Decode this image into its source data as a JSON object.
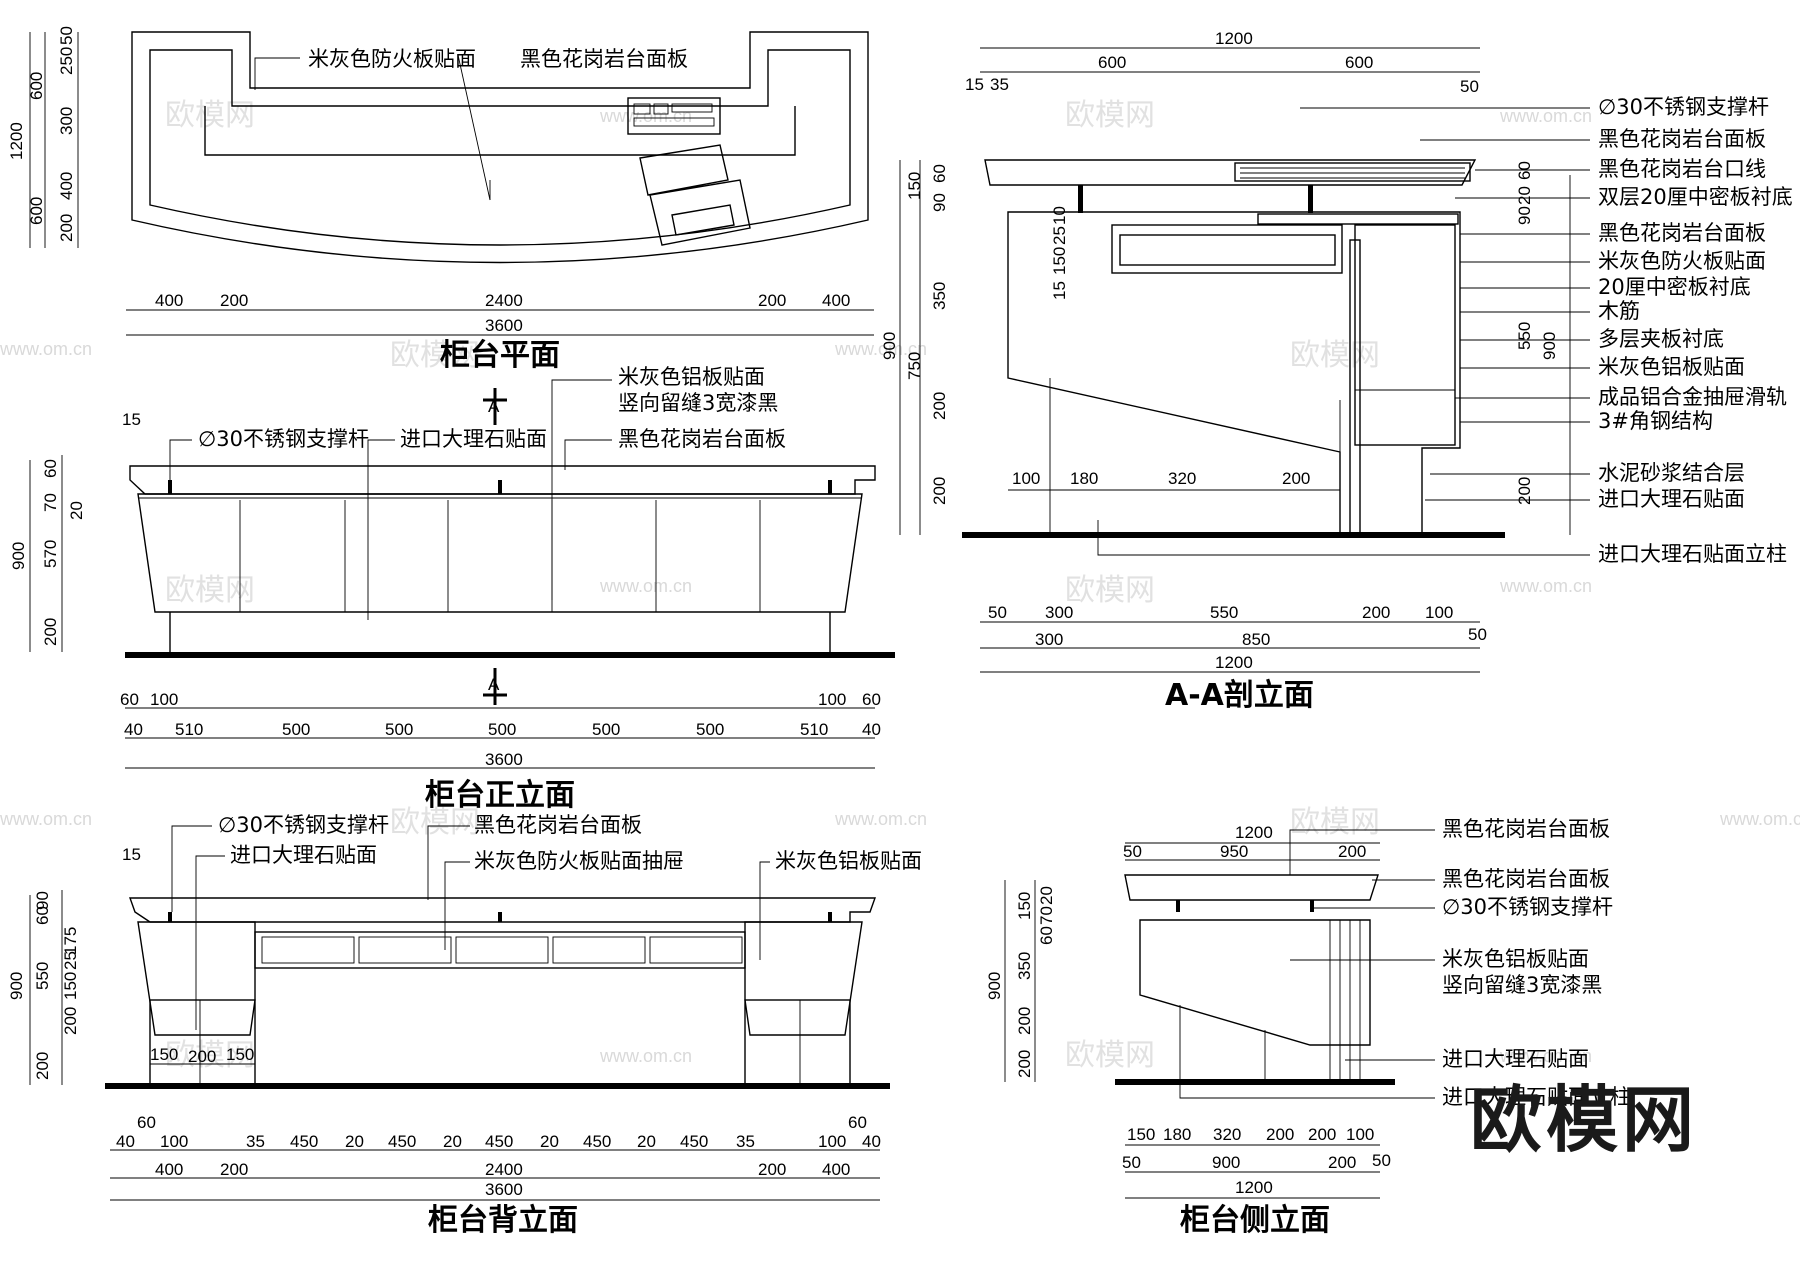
{
  "watermark": {
    "brand": "欧模网",
    "url": "www.om.cn",
    "logo": "欧模网"
  },
  "plan": {
    "title": "柜台平面",
    "labels": [
      "米灰色防火板贴面",
      "黑色花岗岩台面板"
    ],
    "dims_left": [
      "50",
      "250",
      "300",
      "400",
      "200",
      "600",
      "600",
      "1200"
    ],
    "dims_bottom": [
      "400",
      "200",
      "2400",
      "200",
      "400",
      "3600"
    ]
  },
  "front": {
    "title": "柜台正立面",
    "labels": [
      "∅30不锈钢支撑杆",
      "进口大理石贴面",
      "米灰色铝板贴面",
      "竖向留缝3宽漆黑",
      "黑色花岗岩台面板"
    ],
    "section_marker": "A",
    "dims_left": [
      "15",
      "60",
      "70",
      "20",
      "570",
      "200",
      "900"
    ],
    "dims_bottom_1": [
      "60",
      "100",
      "100",
      "60"
    ],
    "dims_bottom_2": [
      "40",
      "510",
      "500",
      "500",
      "500",
      "500",
      "500",
      "510",
      "40"
    ],
    "total": "3600"
  },
  "back": {
    "title": "柜台背立面",
    "labels": [
      "∅30不锈钢支撑杆",
      "进口大理石贴面",
      "黑色花岗岩台面板",
      "米灰色防火板贴面抽屉",
      "米灰色铝板贴面"
    ],
    "dims_left": [
      "15",
      "90",
      "60",
      "175",
      "25",
      "550",
      "150",
      "200",
      "200",
      "900"
    ],
    "dims_bottom_1": [
      "60",
      "60"
    ],
    "dims_bottom_2": [
      "40",
      "100",
      "35",
      "450",
      "20",
      "450",
      "20",
      "450",
      "20",
      "450",
      "20",
      "450",
      "35",
      "100",
      "40"
    ],
    "dims_bottom_3": [
      "400",
      "200",
      "2400",
      "200",
      "400"
    ],
    "dims_sub": [
      "150",
      "200",
      "150"
    ],
    "total": "3600"
  },
  "section": {
    "title": "A-A剖立面",
    "dims_top": [
      "1200",
      "600",
      "600",
      "15",
      "35",
      "50"
    ],
    "dims_left": [
      "150",
      "60",
      "90",
      "10",
      "25",
      "150",
      "15",
      "350",
      "750",
      "200",
      "200",
      "900"
    ],
    "dims_right": [
      "60",
      "20",
      "90",
      "550",
      "900",
      "200"
    ],
    "dims_inner": [
      "100",
      "180",
      "320",
      "200"
    ],
    "dims_bottom_1": [
      "50",
      "300",
      "550",
      "200",
      "100"
    ],
    "dims_bottom_2": [
      "300",
      "850",
      "50"
    ],
    "total": "1200",
    "labels": [
      "∅30不锈钢支撑杆",
      "黑色花岗岩台面板",
      "黑色花岗岩台口线",
      "双层20厘中密板衬底",
      "黑色花岗岩台面板",
      "米灰色防火板贴面",
      "20厘中密板衬底",
      "木筋",
      "多层夹板衬底",
      "米灰色铝板贴面",
      "成品铝合金抽屉滑轨",
      "3#角钢结构",
      "水泥砂浆结合层",
      "进口大理石贴面",
      "进口大理石贴面立柱"
    ]
  },
  "side": {
    "title": "柜台侧立面",
    "dims_top": [
      "1200",
      "50",
      "950",
      "200"
    ],
    "dims_left": [
      "150",
      "20",
      "70",
      "60",
      "350",
      "200",
      "200",
      "900"
    ],
    "dims_bottom_1": [
      "150",
      "180",
      "320",
      "200",
      "200",
      "100"
    ],
    "dims_bottom_2": [
      "50",
      "900",
      "200",
      "50"
    ],
    "total": "1200",
    "labels": [
      "黑色花岗岩台面板",
      "黑色花岗岩台面板",
      "∅30不锈钢支撑杆",
      "米灰色铝板贴面",
      "竖向留缝3宽漆黑",
      "进口大理石贴面",
      "进口大理石贴面立柱"
    ]
  }
}
